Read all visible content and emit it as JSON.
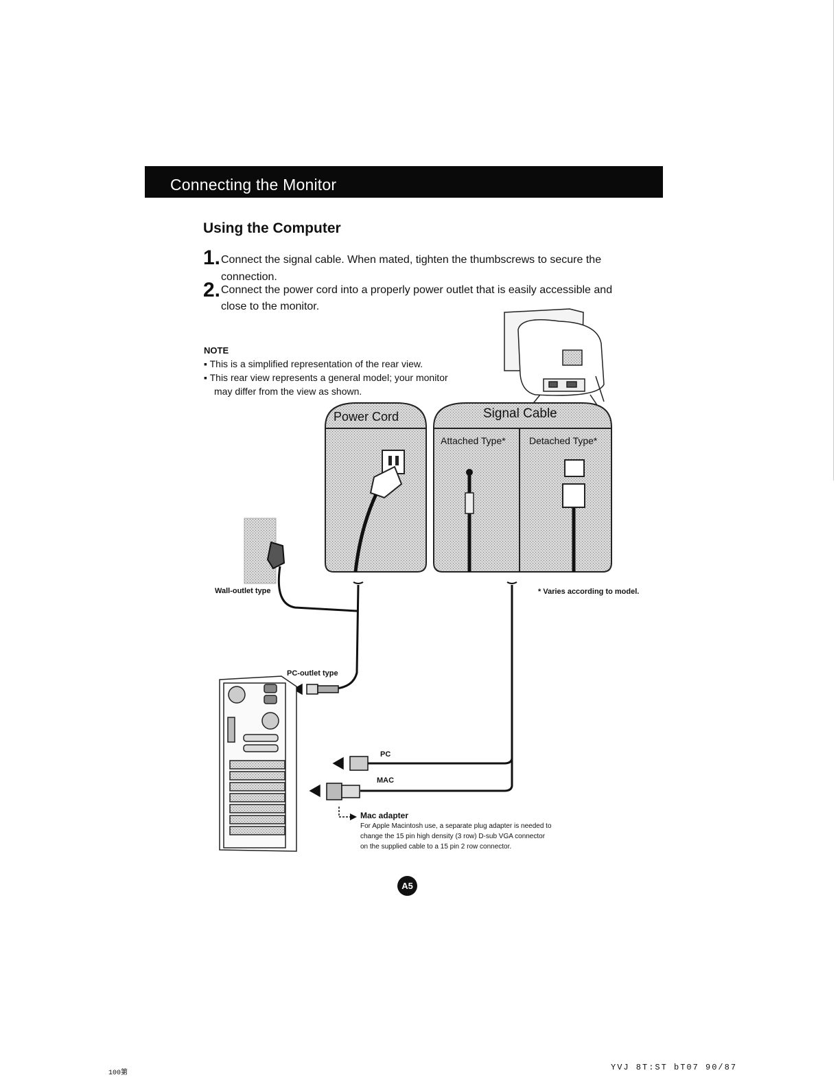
{
  "header": {
    "title": "Connecting the Monitor"
  },
  "section": {
    "title": "Using the Computer"
  },
  "steps": [
    {
      "num": "1.",
      "text_l1": "Connect the signal cable. When mated, tighten the thumbscrews to secure the",
      "text_l2": "connection."
    },
    {
      "num": "2.",
      "text_l1": "Connect the power cord into a properly power outlet that is easily accessible and",
      "text_l2": "close to the monitor."
    }
  ],
  "note": {
    "heading": "NOTE",
    "items": [
      "This is a simplified representation of the rear view.",
      "This rear view represents a general model; your monitor"
    ],
    "item2_cont": "may differ from the view as shown."
  },
  "diagram": {
    "power_cord_label": "Power Cord",
    "signal_cable_label": "Signal Cable",
    "attached_type": "Attached Type*",
    "detached_type": "Detached Type*",
    "wall_outlet": "Wall-outlet type",
    "pc_outlet": "PC-outlet type",
    "varies": "Varies according to model.",
    "pc_label": "PC",
    "mac_label": "MAC",
    "mac_adapter_title": "Mac adapter",
    "mac_adapter_l1": "For Apple Macintosh use, a separate plug adapter is needed to",
    "mac_adapter_l2": "change the 15 pin high density (3 row) D-sub VGA connector",
    "mac_adapter_l3": "on the supplied cable to a 15 pin 2 row connector."
  },
  "page_number": "A5",
  "footer": {
    "right": "YVJ 8T:ST bT07 90/87",
    "left": "100第"
  },
  "colors": {
    "header_bg": "#0a0a0a",
    "panel_fill": "#cfcfcf",
    "line": "#111111"
  }
}
